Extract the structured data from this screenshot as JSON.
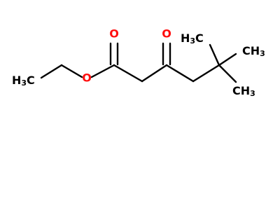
{
  "molecule": {
    "atoms": {
      "ester_carbonyl_oxygen": "O",
      "ester_ether_oxygen": "O",
      "ketone_oxygen": "O",
      "methyl_left": {
        "main": "H",
        "sub": "3",
        "tail": "C"
      },
      "methyl_top": {
        "main": "H",
        "sub": "3",
        "tail": "C"
      },
      "methyl_right_upper": {
        "main": "CH",
        "sub": "3"
      },
      "methyl_right_lower": {
        "main": "CH",
        "sub": "3"
      }
    },
    "colors": {
      "bond": "#000000",
      "oxygen": "#ff0d0d",
      "carbon_label": "#000000",
      "background": "#ffffff"
    }
  }
}
